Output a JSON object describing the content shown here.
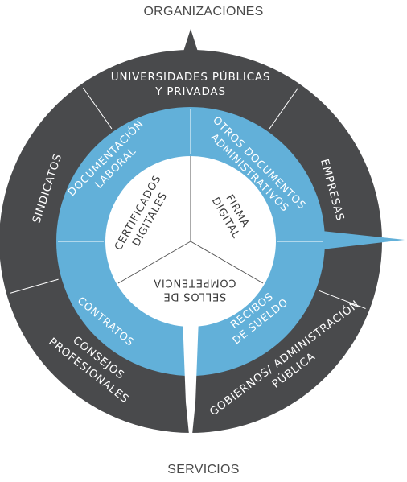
{
  "labels": {
    "top": "ORGANIZACIONES",
    "bottom": "SERVICIOS"
  },
  "colors": {
    "outer_ring": "#494a4c",
    "middle_ring": "#62b0d9",
    "inner_disc": "#ffffff",
    "divider": "#ffffff",
    "inner_divider": "#555555",
    "caption": "#4a4a4a"
  },
  "organizations": [
    {
      "lines": [
        "UNIVERSIDADES PÚBLICAS",
        "Y PRIVADAS"
      ]
    },
    {
      "lines": [
        "EMPRESAS"
      ]
    },
    {
      "lines": [
        "GOBIERNOS/ ADMINISTRACIÓN",
        "PÚBLICA"
      ]
    },
    {
      "lines": [
        "CONSEJOS",
        "PROFESIONALES"
      ]
    },
    {
      "lines": [
        "SINDICATOS"
      ]
    }
  ],
  "documents": [
    {
      "lines": [
        "OTROS DOCUMENTOS",
        "ADMINISTRATIVOS"
      ]
    },
    {
      "lines": [
        "RECIBOS",
        "DE SUELDO"
      ]
    },
    {
      "lines": [
        "CONTRATOS"
      ]
    },
    {
      "lines": [
        "DOCUMENTACIÓN",
        "LABORAL"
      ]
    }
  ],
  "services": [
    {
      "lines": [
        "FIRMA",
        "DIGITAL"
      ]
    },
    {
      "lines": [
        "SELLOS DE",
        "COMPETENCIA"
      ]
    },
    {
      "lines": [
        "CERTIFICADOS",
        "DIGITALES"
      ]
    }
  ]
}
